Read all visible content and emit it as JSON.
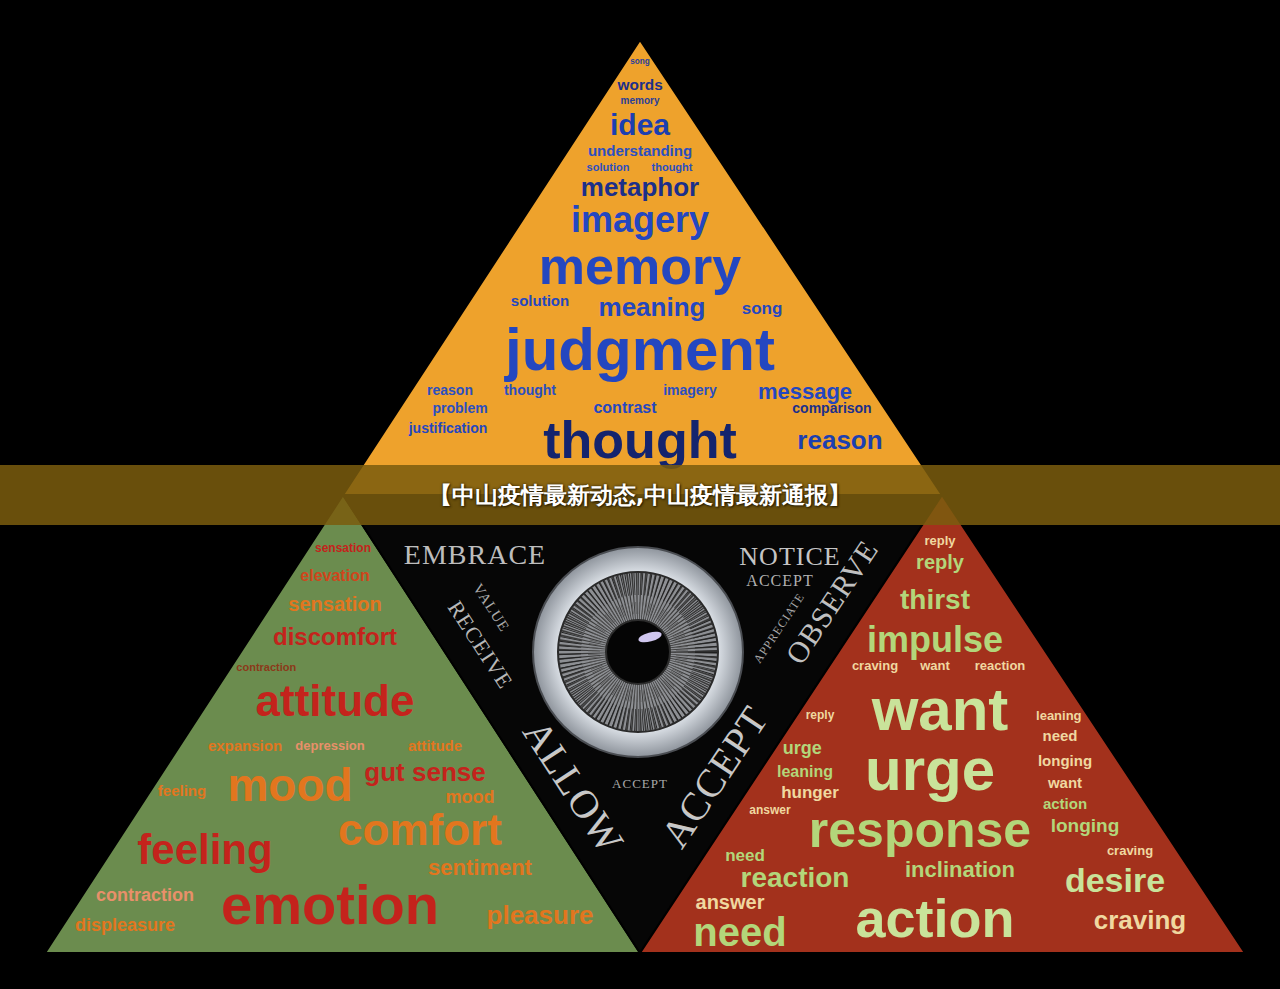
{
  "diagram": {
    "nodes": [
      {
        "text": [
          "song",
          "words",
          "memory",
          "idea",
          "understanding",
          "solution",
          "thought",
          "metaphor",
          "imagery",
          "memory",
          "solution",
          "meaning",
          "song",
          "judgment",
          "reason",
          "thought",
          "imagery",
          "message",
          "problem",
          "contrast",
          "comparison",
          "justification",
          "thought",
          "reason"
        ]
      },
      {
        "text": [
          "【中山疫情最新动态,中山疫情最新通报】"
        ]
      },
      {
        "text": [
          "sensation",
          "elevation",
          "sensation",
          "discomfort",
          "contraction",
          "attitude",
          "expansion",
          "depression",
          "attitude",
          "gut sense",
          "mood",
          "feeling",
          "mood",
          "comfort",
          "feeling",
          "sentiment",
          "contraction",
          "emotion",
          "pleasure",
          "displeasure"
        ]
      },
      {
        "text": [
          "EMBRACE",
          "NOTICE",
          "ACCEPT",
          "VALUE",
          "RECEIVE",
          "APPRECIATE",
          "OBSERVE",
          "ALLOW",
          "ACCEPT",
          "ACCEPT"
        ]
      },
      {
        "text": [
          "reply",
          "reply",
          "thirst",
          "impulse",
          "craving",
          "want",
          "reaction",
          "want",
          "reply",
          "leaning",
          "need",
          "urge",
          "urge",
          "longing",
          "leaning",
          "want",
          "hunger",
          "action",
          "answer",
          "longing",
          "response",
          "craving",
          "need",
          "reaction",
          "inclination",
          "desire",
          "answer",
          "need",
          "action",
          "craving"
        ]
      }
    ]
  }
}
